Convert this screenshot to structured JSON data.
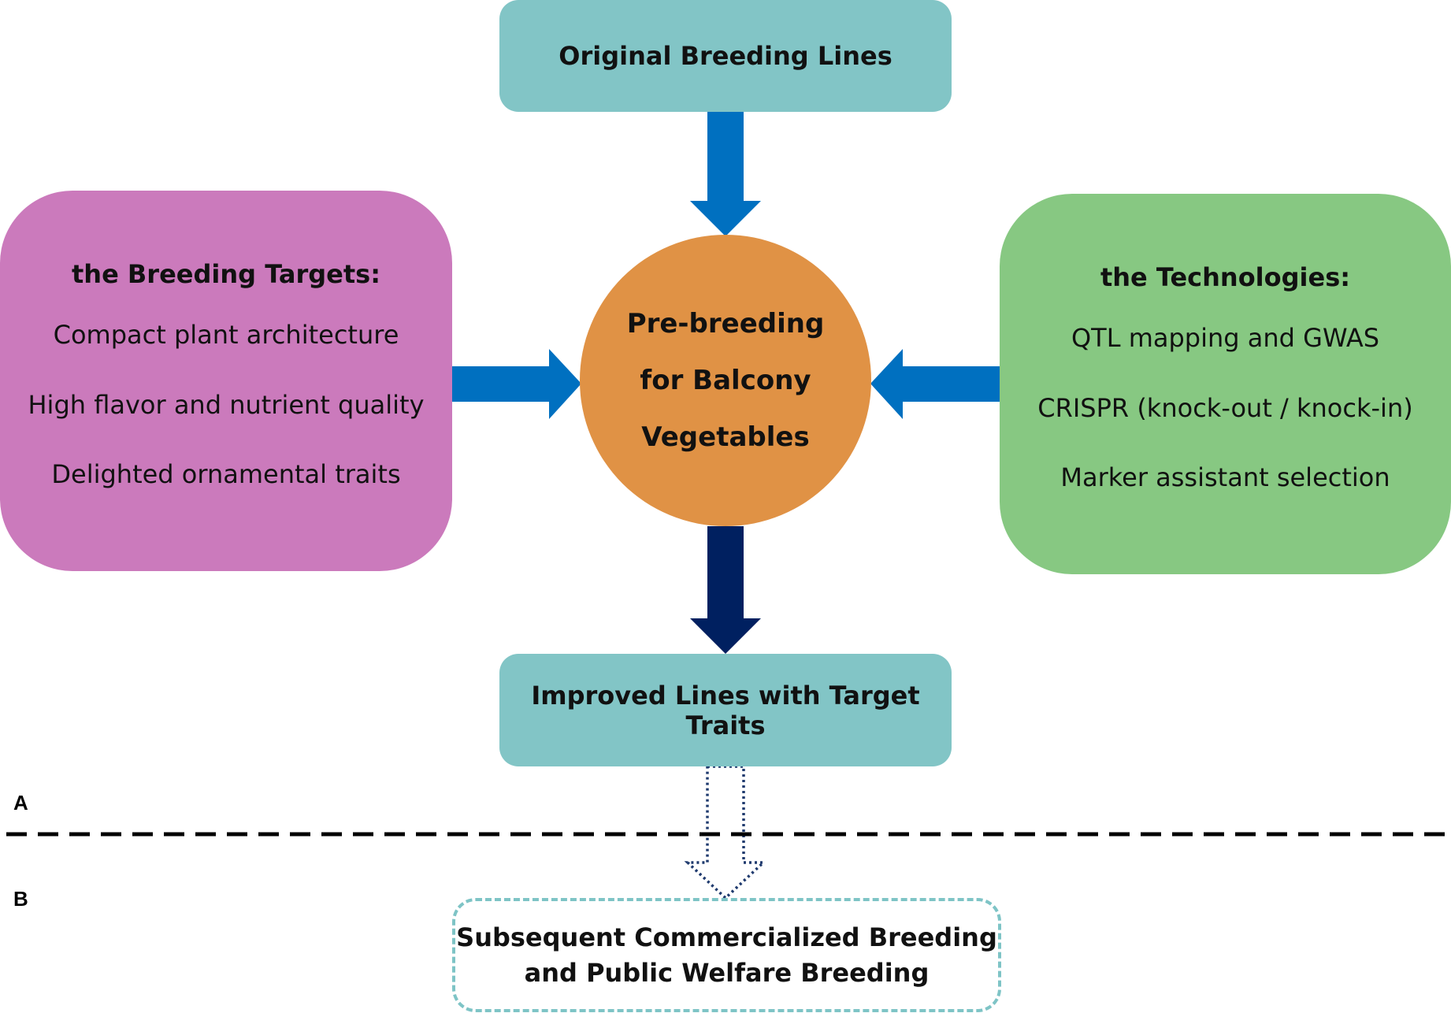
{
  "diagram": {
    "top_box": {
      "label": "Original Breeding Lines"
    },
    "center": {
      "lines": [
        "Pre-breeding",
        "for Balcony",
        "Vegetables"
      ]
    },
    "left_panel": {
      "heading": "the Breeding Targets:",
      "items": [
        "Compact plant architecture",
        "High flavor and nutrient quality",
        "Delighted ornamental traits"
      ]
    },
    "right_panel": {
      "heading": "the Technologies:",
      "items": [
        "QTL mapping and GWAS",
        "CRISPR (knock-out / knock-in)",
        "Marker assistant selection"
      ]
    },
    "bottom_box": {
      "label": "Improved Lines with Target Traits"
    },
    "section_labels": {
      "a": "A",
      "b": "B"
    },
    "final_box": {
      "lines": [
        "Subsequent Commercialized Breeding",
        "and Public Welfare Breeding"
      ]
    }
  },
  "colors": {
    "teal_box": "#82c5c6",
    "magenta_panel": "#cb7abc",
    "green_panel": "#87c882",
    "orange_circle": "#e09245",
    "blue_arrow": "#0070c0",
    "navy_arrow": "#002060",
    "dotted_arrow": "#1f3a6e",
    "divider": "#000000"
  }
}
